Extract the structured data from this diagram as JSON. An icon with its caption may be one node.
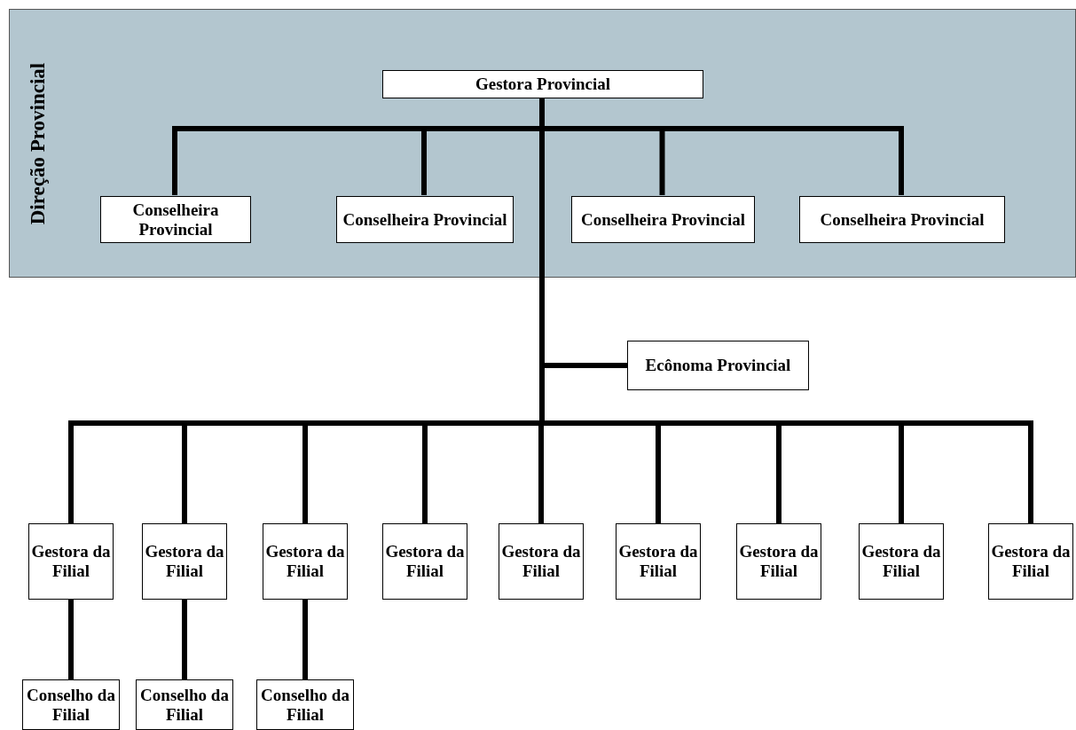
{
  "diagram": {
    "nodes": [
      {
        "text": [
          "Direção Provincial"
        ]
      },
      {
        "text": [
          "Gestora Provincial"
        ],
        "in": 0
      },
      {
        "text": [
          "Conselheira Provincial"
        ],
        "in": 0
      },
      {
        "text": [
          "Conselheira Provincial"
        ],
        "in": 0
      },
      {
        "text": [
          "Conselheira Provincial"
        ],
        "in": 0
      },
      {
        "text": [
          "Conselheira Provincial"
        ],
        "in": 0
      },
      {
        "text": [
          "Ecônoma Provincial"
        ]
      },
      {
        "text": [
          "Gestora da Filial"
        ]
      },
      {
        "text": [
          "Gestora da Filial"
        ]
      },
      {
        "text": [
          "Gestora da Filial"
        ]
      },
      {
        "text": [
          "Gestora da Filial"
        ]
      },
      {
        "text": [
          "Gestora da Filial"
        ]
      },
      {
        "text": [
          "Gestora da Filial"
        ]
      },
      {
        "text": [
          "Gestora da Filial"
        ]
      },
      {
        "text": [
          "Gestora da Filial"
        ]
      },
      {
        "text": [
          "Gestora da Filial"
        ]
      },
      {
        "text": [
          "Conselho da Filial"
        ]
      },
      {
        "text": [
          "Conselho da Filial"
        ]
      },
      {
        "text": [
          "Conselho da Filial"
        ]
      }
    ],
    "edges": [
      {
        "from": 1,
        "to": 2,
        "arrow": "none"
      },
      {
        "from": 1,
        "to": 3,
        "arrow": "none"
      },
      {
        "from": 1,
        "to": 4,
        "arrow": "none"
      },
      {
        "from": 1,
        "to": 5,
        "arrow": "none"
      },
      {
        "from": 1,
        "to": 6,
        "arrow": "none"
      },
      {
        "from": 1,
        "to": 7,
        "arrow": "none"
      },
      {
        "from": 1,
        "to": 8,
        "arrow": "none"
      },
      {
        "from": 1,
        "to": 9,
        "arrow": "none"
      },
      {
        "from": 1,
        "to": 10,
        "arrow": "none"
      },
      {
        "from": 1,
        "to": 11,
        "arrow": "none"
      },
      {
        "from": 1,
        "to": 12,
        "arrow": "none"
      },
      {
        "from": 1,
        "to": 13,
        "arrow": "none"
      },
      {
        "from": 1,
        "to": 14,
        "arrow": "none"
      },
      {
        "from": 1,
        "to": 15,
        "arrow": "none"
      },
      {
        "from": 7,
        "to": 16,
        "arrow": "none"
      },
      {
        "from": 8,
        "to": 17,
        "arrow": "none"
      },
      {
        "from": 9,
        "to": 18,
        "arrow": "none"
      }
    ]
  }
}
